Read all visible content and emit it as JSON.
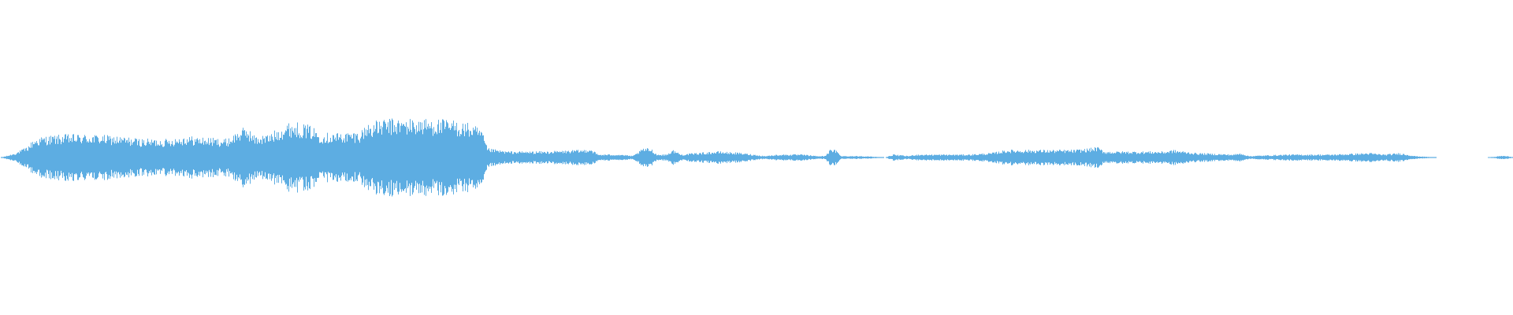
{
  "waveform": {
    "color": "#5DADE2",
    "background": "#ffffff",
    "duration_fraction_active": 0.96,
    "envelope": [
      [
        0.0,
        0.0
      ],
      [
        0.004,
        0.01
      ],
      [
        0.01,
        0.03
      ],
      [
        0.018,
        0.07
      ],
      [
        0.022,
        0.12
      ],
      [
        0.03,
        0.14
      ],
      [
        0.045,
        0.15
      ],
      [
        0.06,
        0.15
      ],
      [
        0.075,
        0.14
      ],
      [
        0.085,
        0.13
      ],
      [
        0.095,
        0.12
      ],
      [
        0.11,
        0.12
      ],
      [
        0.122,
        0.14
      ],
      [
        0.135,
        0.13
      ],
      [
        0.15,
        0.12
      ],
      [
        0.158,
        0.18
      ],
      [
        0.163,
        0.2
      ],
      [
        0.168,
        0.14
      ],
      [
        0.178,
        0.15
      ],
      [
        0.185,
        0.2
      ],
      [
        0.192,
        0.23
      ],
      [
        0.2,
        0.22
      ],
      [
        0.206,
        0.2
      ],
      [
        0.212,
        0.16
      ],
      [
        0.225,
        0.16
      ],
      [
        0.238,
        0.17
      ],
      [
        0.242,
        0.22
      ],
      [
        0.255,
        0.25
      ],
      [
        0.27,
        0.25
      ],
      [
        0.285,
        0.25
      ],
      [
        0.3,
        0.24
      ],
      [
        0.31,
        0.22
      ],
      [
        0.318,
        0.18
      ],
      [
        0.322,
        0.06
      ],
      [
        0.335,
        0.04
      ],
      [
        0.36,
        0.04
      ],
      [
        0.385,
        0.05
      ],
      [
        0.39,
        0.06
      ],
      [
        0.395,
        0.02
      ],
      [
        0.41,
        0.02
      ],
      [
        0.418,
        0.01
      ],
      [
        0.425,
        0.06
      ],
      [
        0.43,
        0.06
      ],
      [
        0.434,
        0.02
      ],
      [
        0.44,
        0.02
      ],
      [
        0.445,
        0.05
      ],
      [
        0.45,
        0.02
      ],
      [
        0.46,
        0.03
      ],
      [
        0.475,
        0.04
      ],
      [
        0.49,
        0.03
      ],
      [
        0.505,
        0.01
      ],
      [
        0.515,
        0.02
      ],
      [
        0.53,
        0.02
      ],
      [
        0.54,
        0.01
      ],
      [
        0.545,
        0.01
      ],
      [
        0.548,
        0.05
      ],
      [
        0.552,
        0.05
      ],
      [
        0.556,
        0.01
      ],
      [
        0.57,
        0.01
      ],
      [
        0.585,
        0.0
      ],
      [
        0.59,
        0.02
      ],
      [
        0.6,
        0.01
      ],
      [
        0.605,
        0.02
      ],
      [
        0.62,
        0.02
      ],
      [
        0.64,
        0.02
      ],
      [
        0.655,
        0.03
      ],
      [
        0.665,
        0.05
      ],
      [
        0.69,
        0.05
      ],
      [
        0.71,
        0.05
      ],
      [
        0.72,
        0.06
      ],
      [
        0.725,
        0.07
      ],
      [
        0.73,
        0.04
      ],
      [
        0.75,
        0.04
      ],
      [
        0.77,
        0.04
      ],
      [
        0.775,
        0.05
      ],
      [
        0.79,
        0.03
      ],
      [
        0.815,
        0.02
      ],
      [
        0.82,
        0.03
      ],
      [
        0.825,
        0.01
      ],
      [
        0.85,
        0.02
      ],
      [
        0.88,
        0.02
      ],
      [
        0.905,
        0.03
      ],
      [
        0.915,
        0.02
      ],
      [
        0.925,
        0.03
      ],
      [
        0.935,
        0.01
      ],
      [
        0.95,
        0.0
      ],
      [
        0.956,
        0.0
      ],
      [
        0.96,
        0.0
      ],
      [
        0.985,
        0.0
      ],
      [
        0.99,
        0.01
      ],
      [
        0.996,
        0.01
      ],
      [
        1.0,
        0.0
      ]
    ]
  }
}
